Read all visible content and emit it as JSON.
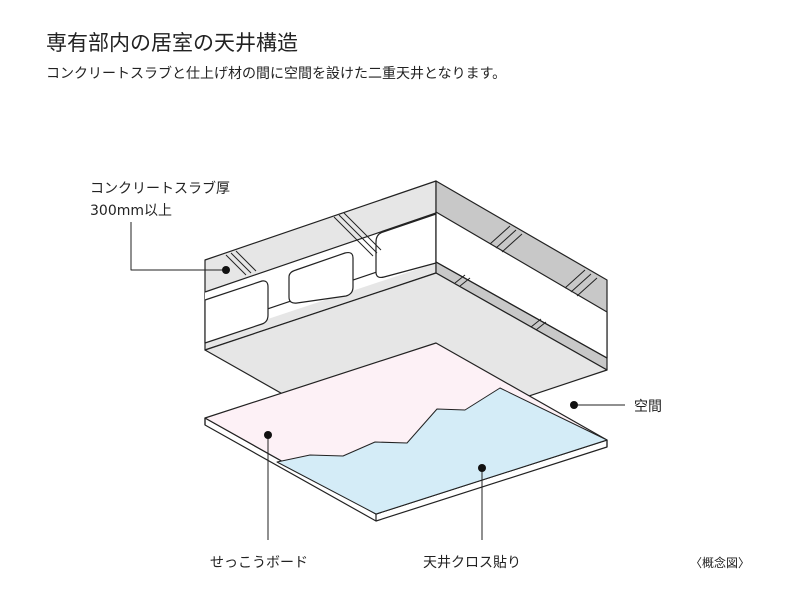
{
  "header": {
    "title": "専有部内の居室の天井構造",
    "subtitle": "コンクリートスラブと仕上げ材の間に空間を設けた二重天井となります。"
  },
  "labels": {
    "slab_line1": "コンクリートスラブ厚",
    "slab_line2": "300mm以上",
    "space": "空間",
    "gypsum_board": "せっこうボード",
    "ceiling_cloth": "天井クロス貼り",
    "concept_note": "〈概念図〉"
  },
  "colors": {
    "slab_face": "#e6e6e6",
    "slab_side_dark": "#c8c8c8",
    "board": "#fdf1f6",
    "cloth": "#d4ecf7",
    "line": "#222222"
  }
}
